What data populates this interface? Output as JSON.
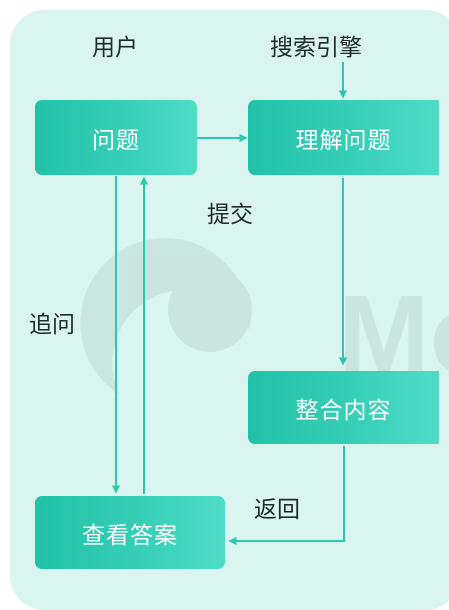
{
  "actors": {
    "user": "用户",
    "search_engine": "搜索引擎"
  },
  "nodes": {
    "question": "问题",
    "understand": "理解问题",
    "integrate": "整合内容",
    "view_answer": "查看答案"
  },
  "edges": {
    "submit": "提交",
    "follow_up": "追问",
    "return": "返回"
  },
  "colors": {
    "background": "#daf5f0",
    "node_fill": "#2ec8ae",
    "arrow": "#2ec8ae",
    "text_on_node": "#ffffff",
    "text": "#1f2a2a"
  },
  "watermark": {
    "logo": "Mo"
  }
}
